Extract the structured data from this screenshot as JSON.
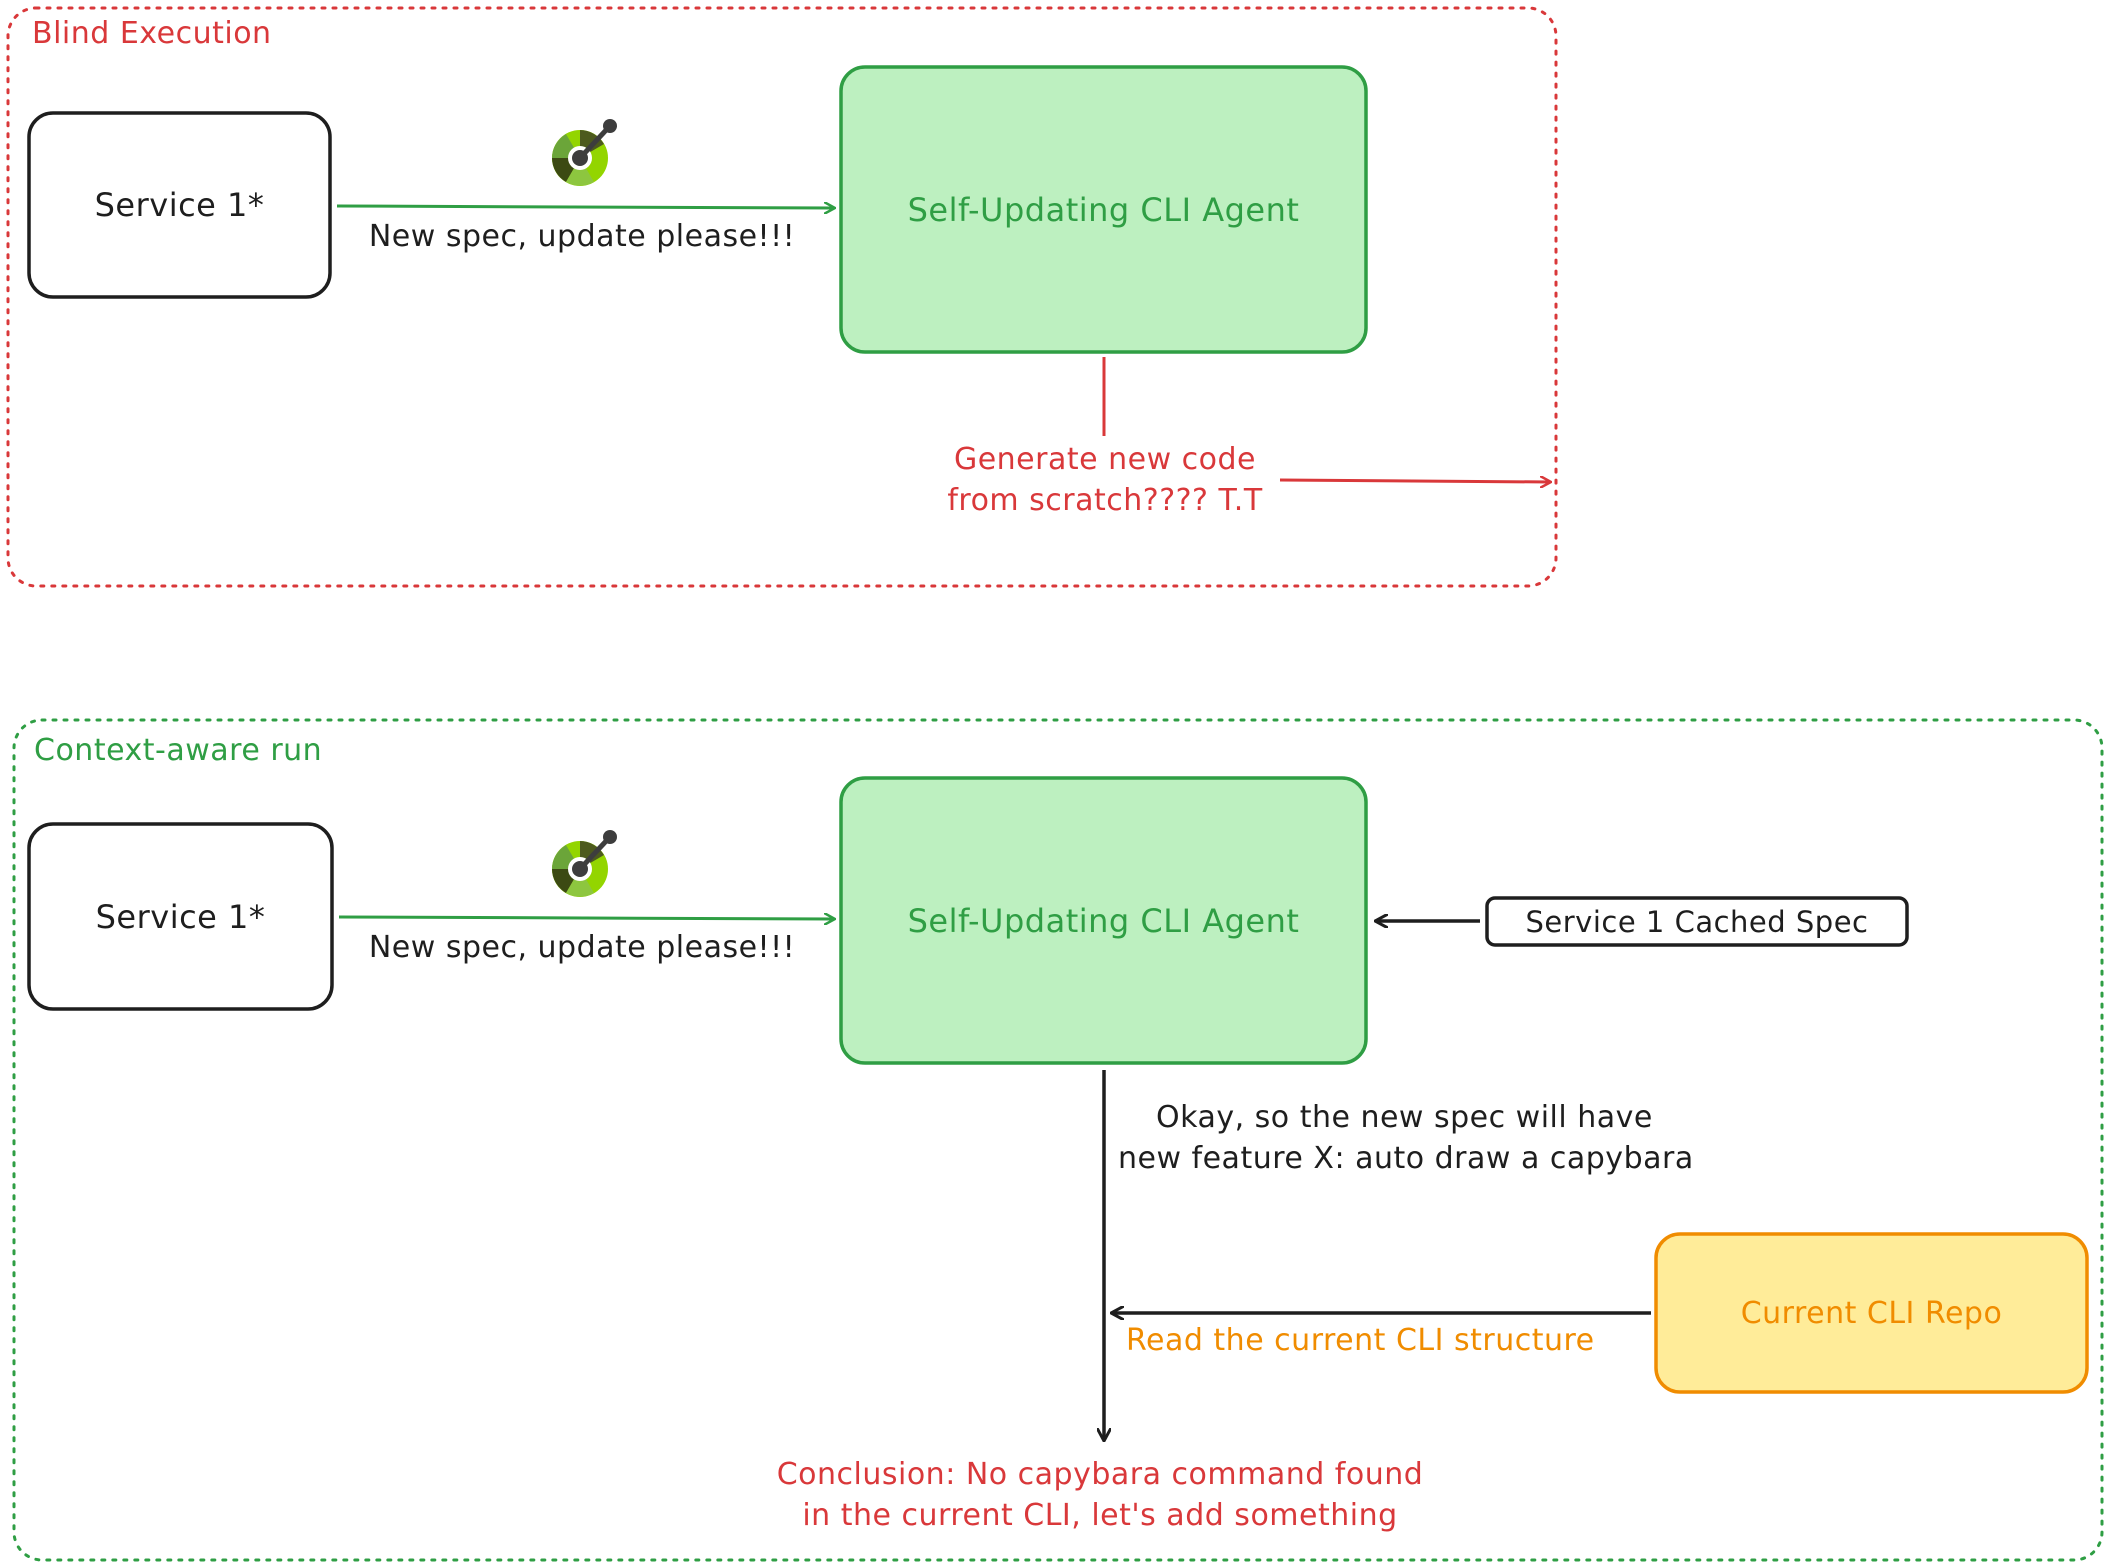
{
  "top_group": {
    "title": "Blind Execution",
    "service_box": "Service 1*",
    "arrow_label": "New spec, update please!!!",
    "agent_box": "Self-Updating CLI Agent",
    "outcome_line1": "Generate new code",
    "outcome_line2": "from scratch???? T.T"
  },
  "bottom_group": {
    "title": "Context-aware run",
    "service_box": "Service 1*",
    "arrow_label": "New spec, update please!!!",
    "agent_box": "Self-Updating CLI Agent",
    "cached_spec_box": "Service 1 Cached Spec",
    "note_line1": "Okay, so the new spec will have",
    "note_line2": "new feature X: auto draw a capybara",
    "repo_box": "Current CLI Repo",
    "repo_arrow_label": "Read the current CLI structure",
    "conclusion_line1": "Conclusion: No capybara command found",
    "conclusion_line2": "in the current CLI, let's add something"
  },
  "colors": {
    "red": "#d9383a",
    "green": "#2f9e44",
    "green_fill": "#bdf0c0",
    "orange": "#f08c00",
    "yellow_fill": "#ffec99",
    "dark": "#1e1e1e"
  },
  "icons": [
    "openapi-icon",
    "openapi-icon"
  ]
}
